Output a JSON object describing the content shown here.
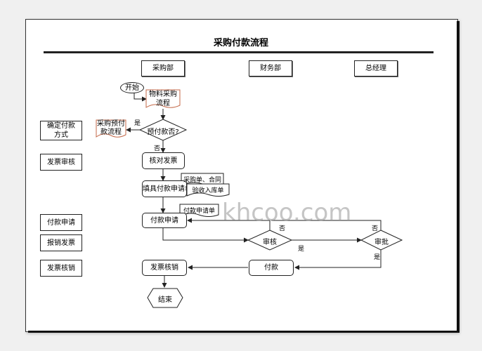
{
  "title": "采购付款流程",
  "columns": [
    "采购部",
    "财务部",
    "总经理"
  ],
  "steps": [
    "确定付款\n方式",
    "发票审核",
    "付款申请",
    "报销发票",
    "发票核销"
  ],
  "nodes": {
    "start": "开始",
    "material_flow": "物料采购\n流程",
    "prepay_flow": "采购预付\n款流程",
    "prepay_decision": "预付款否?",
    "check_invoice": "核对发票",
    "fill_form": "填具付款申请单",
    "doc_po_contract": "采购单、合同",
    "doc_receipt": "验收入库单",
    "doc_pay_form": "付款申请单",
    "pay_request": "付款申请",
    "review": "审核",
    "approve": "审批",
    "pay": "付款",
    "writeoff": "发票核销",
    "end": "结束"
  },
  "edge_labels": {
    "yes1": "是",
    "no1": "否",
    "no_review": "否",
    "yes_review": "是",
    "no_approve": "否",
    "yes_approve": "是"
  },
  "watermark": "khcoo.com"
}
